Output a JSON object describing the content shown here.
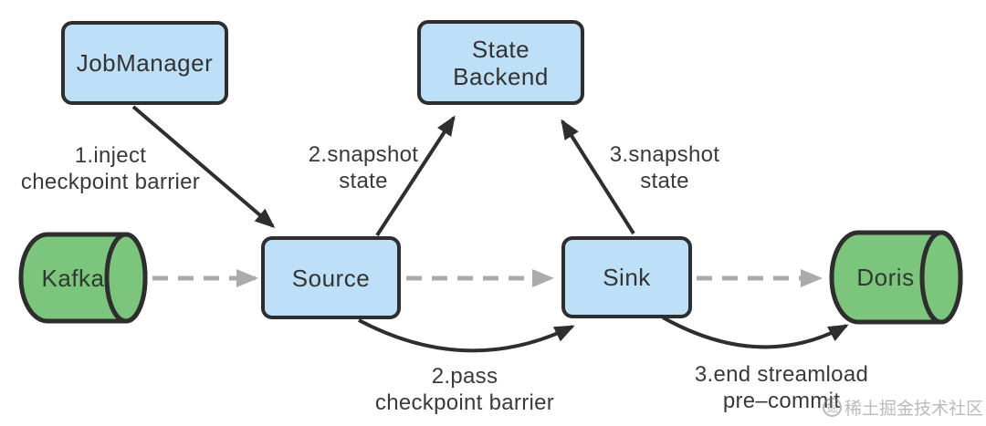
{
  "nodes": {
    "jobmanager": {
      "label": "JobManager"
    },
    "state_backend": {
      "line1": "State",
      "line2": "Backend"
    },
    "source": {
      "label": "Source"
    },
    "sink": {
      "label": "Sink"
    },
    "kafka": {
      "label": "Kafka"
    },
    "doris": {
      "label": "Doris"
    }
  },
  "edge_labels": {
    "inject": {
      "line1": "1.inject",
      "line2": "checkpoint barrier"
    },
    "snapshot_source": {
      "line1": "2.snapshot",
      "line2": "state"
    },
    "snapshot_sink": {
      "line1": "3.snapshot",
      "line2": "state"
    },
    "pass_barrier": {
      "line1": "2.pass",
      "line2": "checkpoint barrier"
    },
    "end_streamload": {
      "line1": "3.end streamload",
      "line2": "pre–commit"
    }
  },
  "watermark": {
    "icon": "juejin-logo",
    "icon_char": "掘",
    "text": "稀土掘金技术社区"
  },
  "colors": {
    "node_blue": "#BDE0F8",
    "cylinder_green": "#7CC57D",
    "outline": "#2E2E2E",
    "dashed_gray": "#ABABAB",
    "text": "#3A3A3A",
    "watermark_gray": "#C4C4C4"
  }
}
